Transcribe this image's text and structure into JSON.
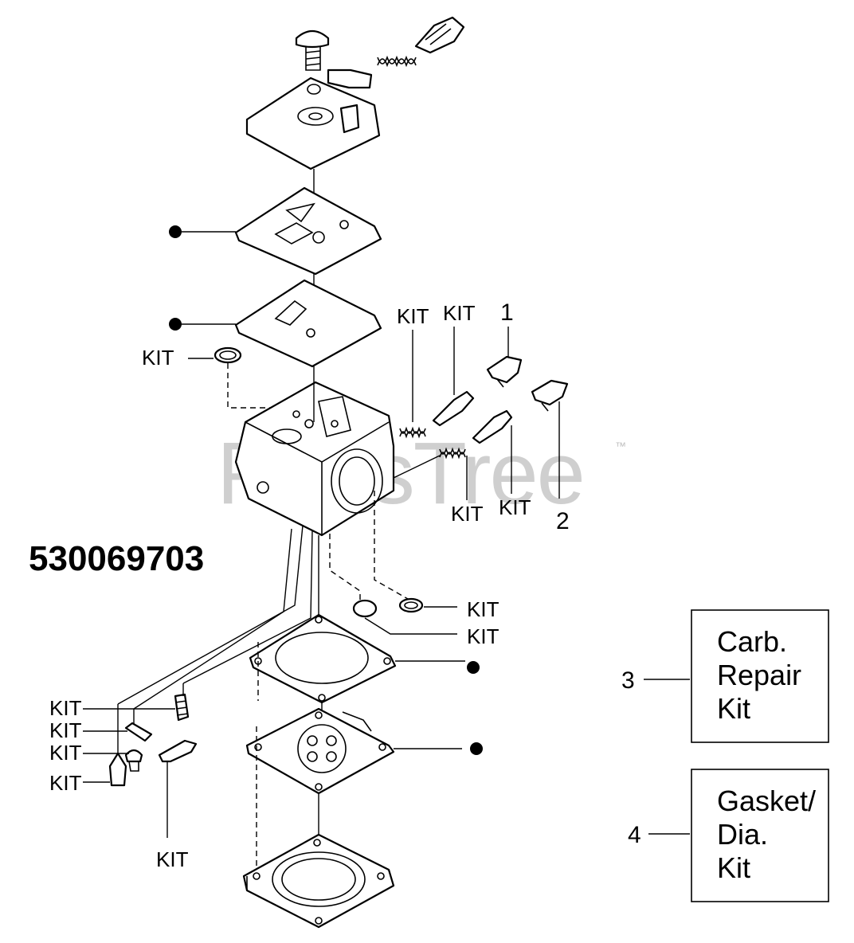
{
  "part_number": "530069703",
  "watermark": {
    "text": "PartsTree",
    "trademark": "™"
  },
  "kit_labels": {
    "kit_screen": "KIT",
    "kit_spring_upper": "KIT",
    "kit_needle_upper": "KIT",
    "kit_spring_lower": "KIT",
    "kit_needle_lower": "KIT",
    "kit_screen_lower": "KIT",
    "kit_plug": "KIT",
    "kit_left_1": "KIT",
    "kit_left_2": "KIT",
    "kit_left_3": "KIT",
    "kit_left_4": "KIT",
    "kit_lever": "KIT"
  },
  "callouts": {
    "limiter_1": "1",
    "limiter_2": "2",
    "kit_3": "3",
    "kit_4": "4"
  },
  "legend": [
    {
      "number": "3",
      "lines": [
        "Carb.",
        "Repair",
        "Kit"
      ]
    },
    {
      "number": "4",
      "lines": [
        "Gasket/",
        "Dia.",
        "Kit"
      ]
    }
  ]
}
